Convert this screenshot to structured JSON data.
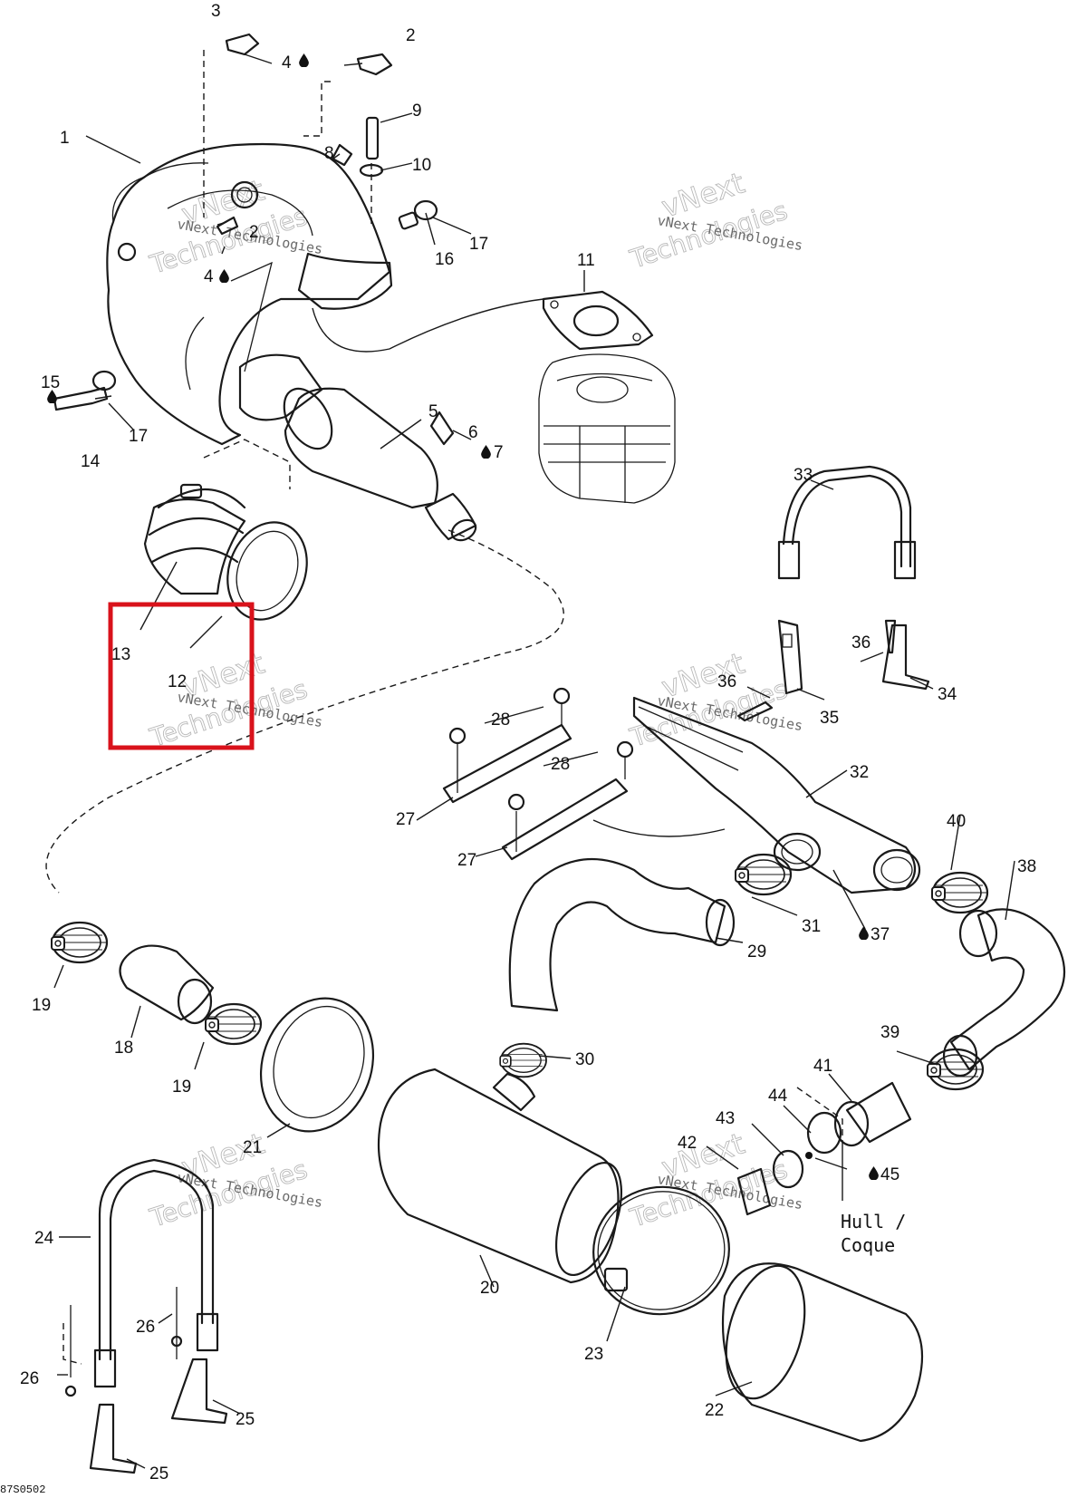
{
  "diagram": {
    "code": "87S0502",
    "highlight_color": "#d9121b",
    "watermark": {
      "line1": "vNext",
      "line2": "Technologies",
      "small": "vNext Technologies"
    },
    "hull_label": [
      "Hull /",
      "Coque"
    ],
    "callouts": [
      {
        "id": "c1",
        "text": "1"
      },
      {
        "id": "c2a",
        "text": "2"
      },
      {
        "id": "c2b",
        "text": "2"
      },
      {
        "id": "c3",
        "text": "3"
      },
      {
        "id": "c4a",
        "text": "4"
      },
      {
        "id": "c4b",
        "text": "4"
      },
      {
        "id": "c5",
        "text": "5"
      },
      {
        "id": "c6",
        "text": "6"
      },
      {
        "id": "c7",
        "text": "7"
      },
      {
        "id": "c8",
        "text": "8"
      },
      {
        "id": "c9",
        "text": "9"
      },
      {
        "id": "c10",
        "text": "10"
      },
      {
        "id": "c11",
        "text": "11"
      },
      {
        "id": "c12",
        "text": "12"
      },
      {
        "id": "c13",
        "text": "13"
      },
      {
        "id": "c14",
        "text": "14"
      },
      {
        "id": "c15",
        "text": "15"
      },
      {
        "id": "c16",
        "text": "16"
      },
      {
        "id": "c17a",
        "text": "17"
      },
      {
        "id": "c17b",
        "text": "17"
      },
      {
        "id": "c18",
        "text": "18"
      },
      {
        "id": "c19a",
        "text": "19"
      },
      {
        "id": "c19b",
        "text": "19"
      },
      {
        "id": "c20",
        "text": "20"
      },
      {
        "id": "c21",
        "text": "21"
      },
      {
        "id": "c22",
        "text": "22"
      },
      {
        "id": "c23",
        "text": "23"
      },
      {
        "id": "c24",
        "text": "24"
      },
      {
        "id": "c25a",
        "text": "25"
      },
      {
        "id": "c25b",
        "text": "25"
      },
      {
        "id": "c26a",
        "text": "26"
      },
      {
        "id": "c26b",
        "text": "26"
      },
      {
        "id": "c27a",
        "text": "27"
      },
      {
        "id": "c27b",
        "text": "27"
      },
      {
        "id": "c28a",
        "text": "28"
      },
      {
        "id": "c28b",
        "text": "28"
      },
      {
        "id": "c29",
        "text": "29"
      },
      {
        "id": "c30",
        "text": "30"
      },
      {
        "id": "c31",
        "text": "31"
      },
      {
        "id": "c32",
        "text": "32"
      },
      {
        "id": "c33",
        "text": "33"
      },
      {
        "id": "c34",
        "text": "34"
      },
      {
        "id": "c35",
        "text": "35"
      },
      {
        "id": "c36a",
        "text": "36"
      },
      {
        "id": "c36b",
        "text": "36"
      },
      {
        "id": "c37",
        "text": "37"
      },
      {
        "id": "c38",
        "text": "38"
      },
      {
        "id": "c39",
        "text": "39"
      },
      {
        "id": "c40",
        "text": "40"
      },
      {
        "id": "c41",
        "text": "41"
      },
      {
        "id": "c42",
        "text": "42"
      },
      {
        "id": "c43",
        "text": "43"
      },
      {
        "id": "c44",
        "text": "44"
      },
      {
        "id": "c45",
        "text": "45"
      }
    ]
  }
}
